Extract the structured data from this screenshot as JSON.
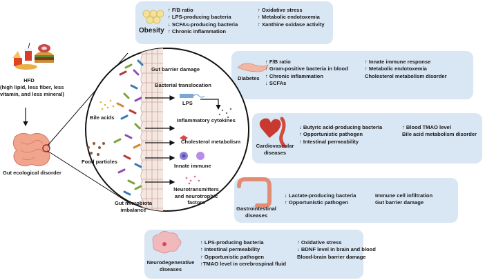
{
  "left": {
    "hfd_title": "HFD",
    "hfd_desc": [
      "(high lipid, less fiber, less",
      "vitamin, and less mineral)"
    ],
    "gut_disorder": "Gut ecological disorder"
  },
  "circle": {
    "bile_acids": "Bile acids",
    "food_particles": "Food particles",
    "microbiota_label": [
      "Gut microbiota",
      "imbalance"
    ],
    "barrier_damage": "Gut barrier damage",
    "translocation": "Bacterial translocation",
    "lps": "LPS",
    "cytokines": "Inflammatory cytokines",
    "cholesterol": "Cholesterol metabolism",
    "innate_immune": "Innate immune",
    "neuro": [
      "Neurotransmitters",
      "and neurotrophic",
      "factors"
    ]
  },
  "obesity": {
    "title": "Obesity",
    "col1": [
      "↑ F/B ratio",
      "↑ LPS-producing bacteria",
      "↓ SCFAs-producing bacteria",
      "↑ Chronic inflammation"
    ],
    "col2": [
      "↑ Oxidative stress",
      "↑ Metabolic endotoxemia",
      "↑ Xanthine oxidase activity"
    ]
  },
  "diabetes": {
    "title": "Diabetes",
    "col1": [
      "↑ F/B ratio",
      "↑ Gram-positive bacteria in blood",
      "↑ Chronic inflammation",
      "↓ SCFAs"
    ],
    "col2": [
      "↑ Innate immune response",
      "↑ Metabolic endotoxemia",
      "Cholesterol metabolism disorder"
    ]
  },
  "cardio": {
    "title": [
      "Cardiovascular",
      "diseases"
    ],
    "col1": [
      "↓ Butyric acid-producing bacteria",
      "↑ Opportunistic pathogen",
      "↑ Intestinal permeability"
    ],
    "col2": [
      "↑ Blood TMAO level",
      "Bile acid metabolism disorder"
    ]
  },
  "gastro": {
    "title": [
      "Gastrointestinal",
      "diseases"
    ],
    "col1": [
      "↓ Lactate-producing bacteria",
      "↑ Opportunistic pathogen"
    ],
    "col2": [
      "Immune cell infiltration",
      "Gut barrier damage"
    ]
  },
  "neuro": {
    "title": [
      "Neurodegenerative",
      "diseases"
    ],
    "col1": [
      "↑ LPS-producing bacteria",
      "↑ Intestinal permeability",
      "↑ Opportunistic pathogen",
      "↑TMAO level in cerebrospinal fluid"
    ],
    "col2": [
      "↑ Oxidative stress",
      "↓ BDNF level in brain and blood",
      "Blood-brain barrier damage"
    ]
  }
}
